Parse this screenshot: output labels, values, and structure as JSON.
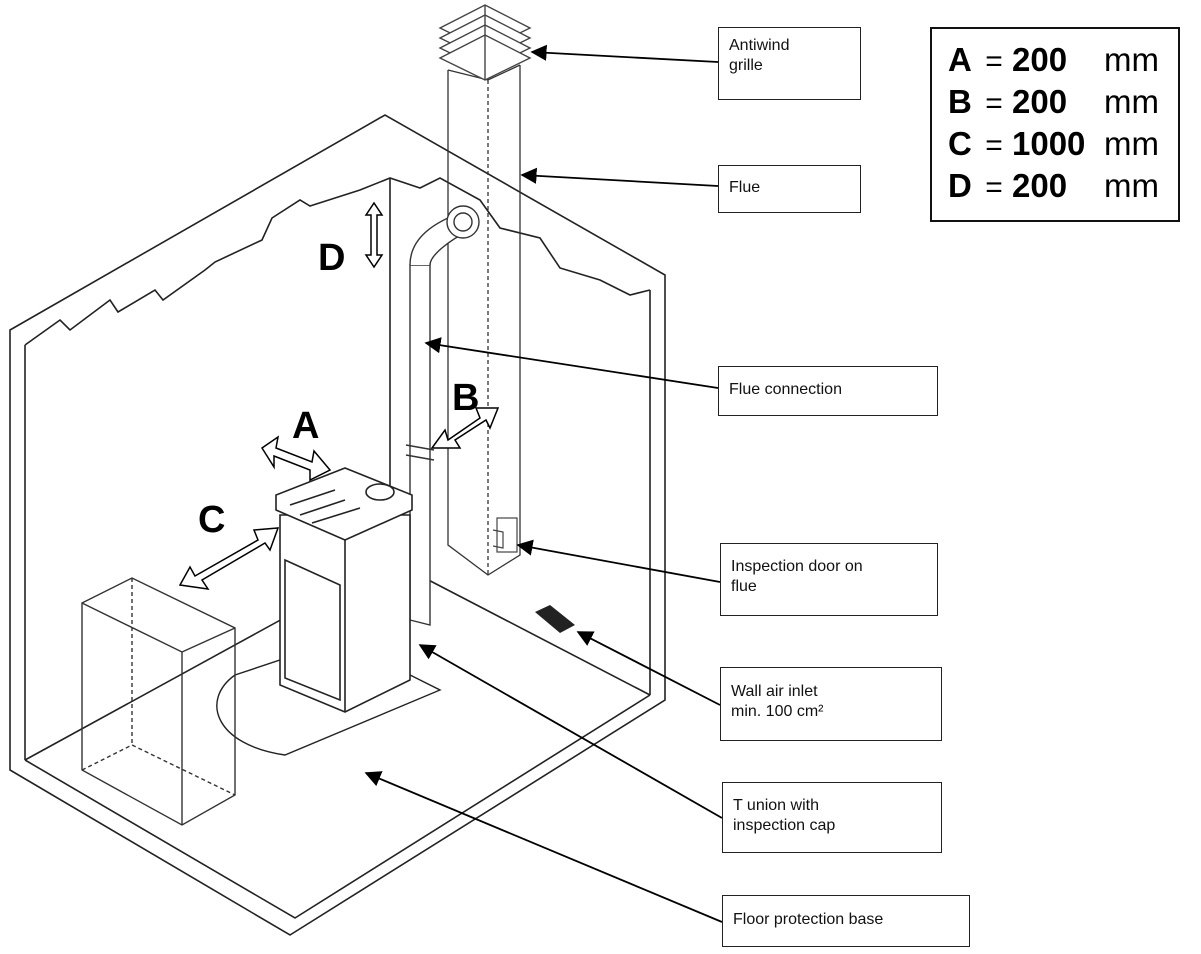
{
  "legend": [
    {
      "key": "A",
      "eq": "=",
      "value": "200",
      "unit": "mm"
    },
    {
      "key": "B",
      "eq": "=",
      "value": "200",
      "unit": "mm"
    },
    {
      "key": "C",
      "eq": "=",
      "value": "1000",
      "unit": "mm"
    },
    {
      "key": "D",
      "eq": "=",
      "value": "200",
      "unit": "mm"
    }
  ],
  "callouts": {
    "antiwind": [
      "Antiwind",
      "grille"
    ],
    "flue": [
      "Flue"
    ],
    "flue_connection": [
      "Flue connection"
    ],
    "inspection_door": [
      "Inspection door on",
      "flue"
    ],
    "wall_air_inlet": [
      "Wall air inlet",
      "min. 100 cm²"
    ],
    "t_union": [
      "T union with",
      "inspection cap"
    ],
    "floor_base": [
      "Floor protection base"
    ]
  },
  "dimensions": {
    "a": "A",
    "b": "B",
    "c": "C",
    "d": "D"
  }
}
